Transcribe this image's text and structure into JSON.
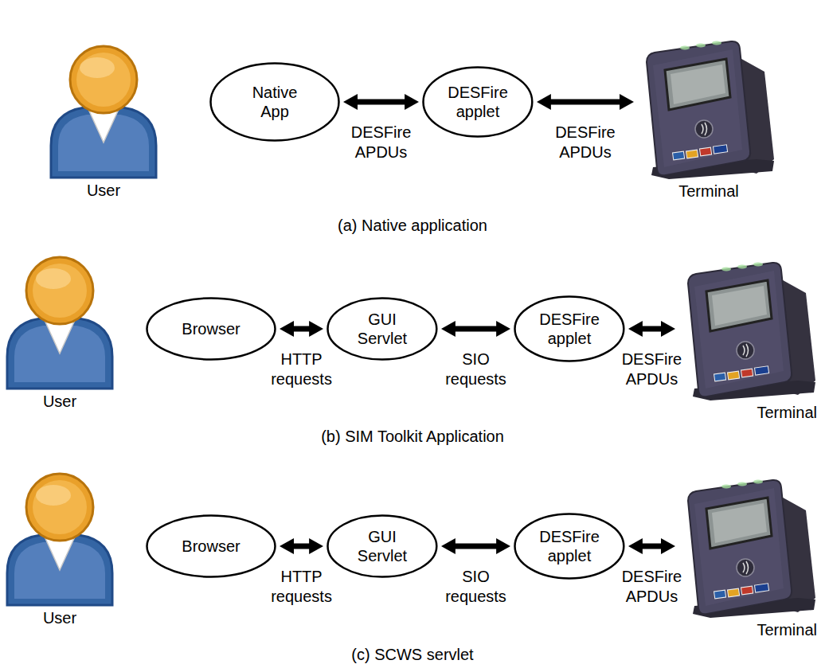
{
  "diagram": {
    "nodes": [
      {
        "text": [
          "User"
        ]
      },
      {
        "text": [
          "Native App"
        ]
      },
      {
        "text": [
          "DESFire applet"
        ]
      },
      {
        "text": [
          "Terminal"
        ]
      },
      {
        "text": [
          "User"
        ]
      },
      {
        "text": [
          "Browser"
        ]
      },
      {
        "text": [
          "GUI Servlet"
        ]
      },
      {
        "text": [
          "DESFire applet"
        ]
      },
      {
        "text": [
          "Terminal"
        ]
      },
      {
        "text": [
          "User"
        ]
      },
      {
        "text": [
          "Browser"
        ]
      },
      {
        "text": [
          "GUI Servlet"
        ]
      },
      {
        "text": [
          "DESFire applet"
        ]
      },
      {
        "text": [
          "Terminal"
        ]
      }
    ],
    "edges": [
      {
        "from": 1,
        "to": 2,
        "arrow": "both",
        "label": "DESFire APDUs"
      },
      {
        "from": 2,
        "to": 3,
        "arrow": "both",
        "label": "DESFire APDUs"
      },
      {
        "from": 5,
        "to": 6,
        "arrow": "both",
        "label": "HTTP requests"
      },
      {
        "from": 6,
        "to": 7,
        "arrow": "both",
        "label": "SIO requests"
      },
      {
        "from": 7,
        "to": 8,
        "arrow": "both",
        "label": "DESFire APDUs"
      },
      {
        "from": 10,
        "to": 11,
        "arrow": "both",
        "label": "HTTP requests"
      },
      {
        "from": 11,
        "to": 12,
        "arrow": "both",
        "label": "SIO requests"
      },
      {
        "from": 12,
        "to": 13,
        "arrow": "both",
        "label": "DESFire APDUs"
      }
    ],
    "labels": [
      "(a) Native application",
      "(b) SIM Toolkit Application",
      "(c) SCWS servlet"
    ]
  }
}
